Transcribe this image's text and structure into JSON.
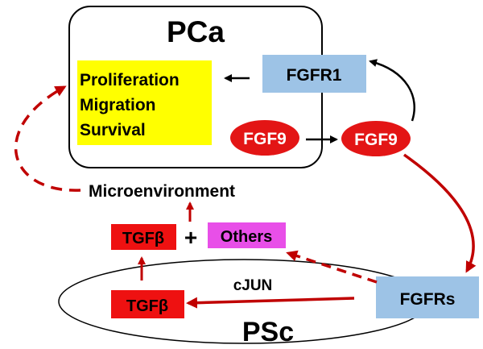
{
  "diagram": {
    "pca_title": "PCa",
    "psc_title": "PSc",
    "yellow_box": {
      "lines": [
        "Proliferation",
        "Migration",
        "Survival"
      ]
    },
    "fgfr1": "FGFR1",
    "fgf9_inner": "FGF9",
    "fgf9_outer": "FGF9",
    "microenvironment": "Microenvironment",
    "tgfb_top": "TGFβ",
    "plus": "+",
    "others": "Others",
    "tgfb_bottom": "TGFβ",
    "cjun": "cJUN",
    "fgfrs": "FGFRs"
  },
  "colors": {
    "yellow": "#ffff00",
    "light_blue": "#9dc3e6",
    "red_oval": "#e31515",
    "dark_red": "#c00000",
    "magenta": "#e84fe8",
    "tgfb_red": "#ee1111"
  }
}
